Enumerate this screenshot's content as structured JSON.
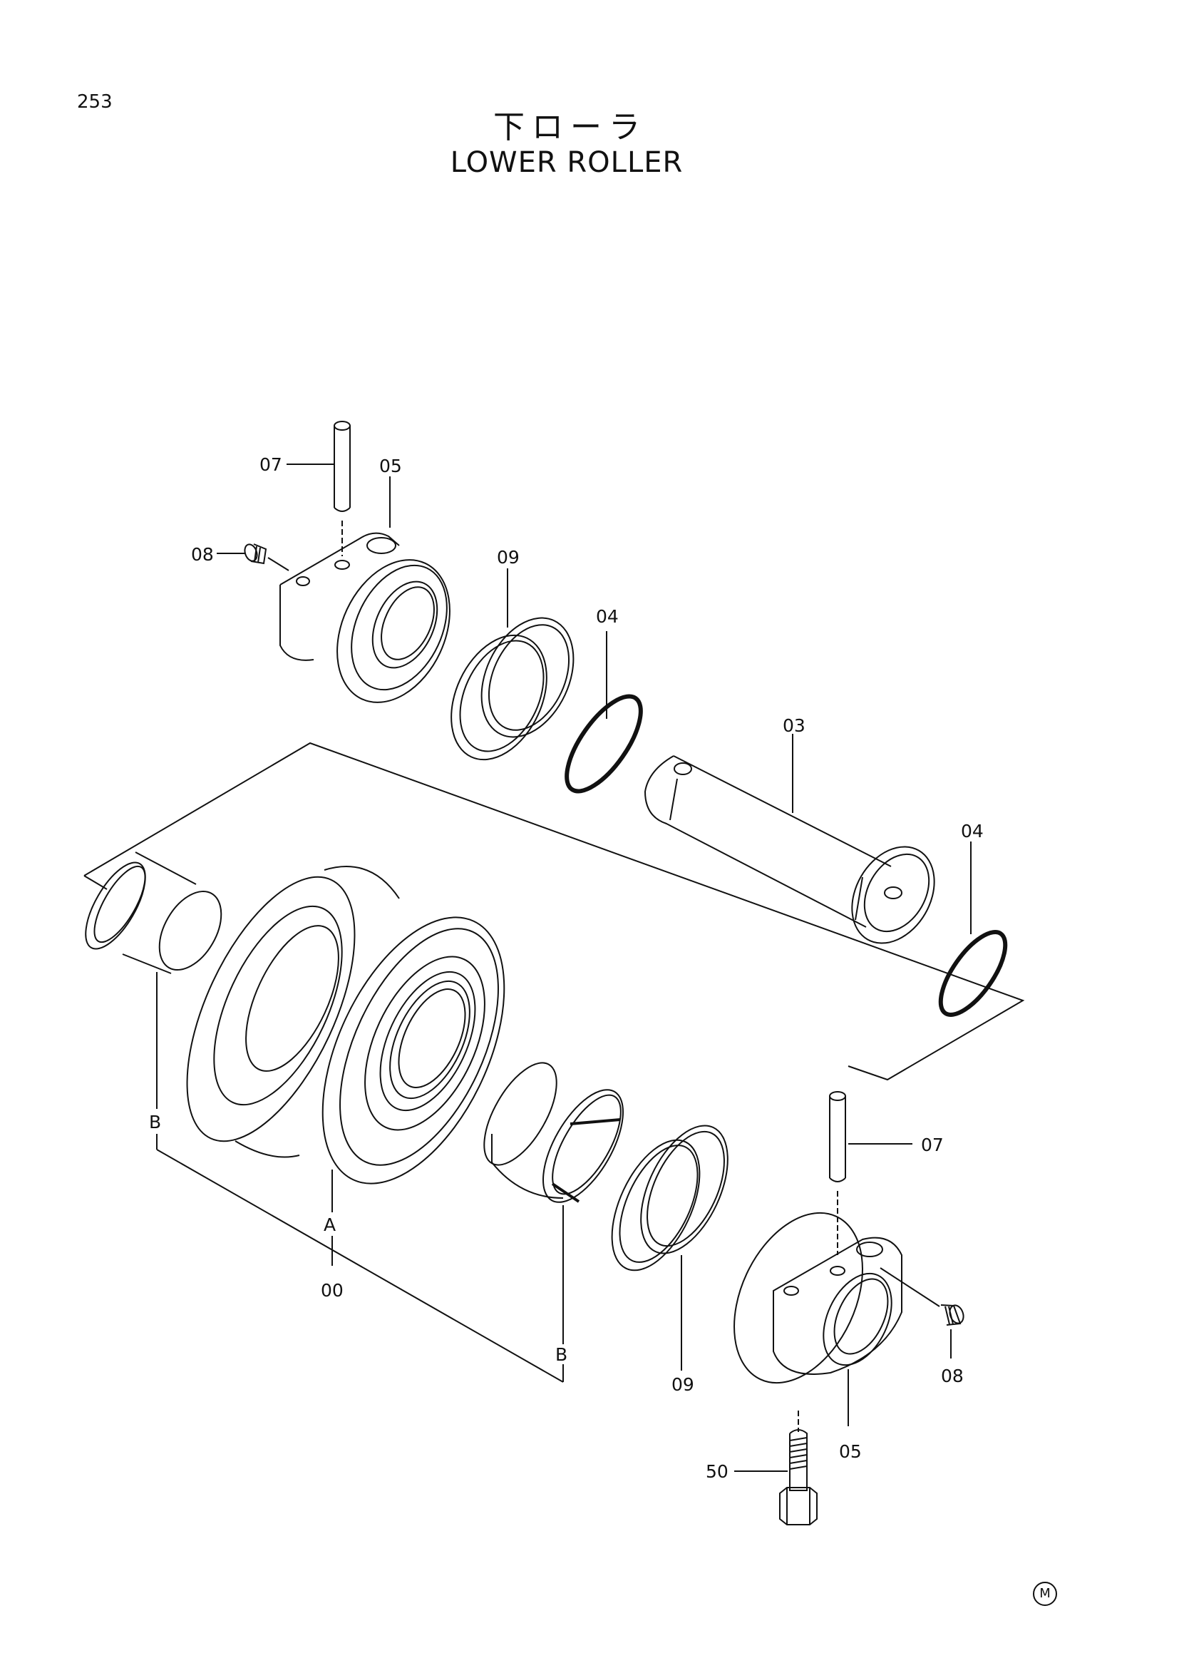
{
  "page": {
    "number": "253",
    "title_jp": "下ローラ",
    "title_en": "LOWER ROLLER",
    "mark": "M"
  },
  "labels": {
    "pin_top": "07",
    "collar_top": "05",
    "plug_top": "08",
    "seal_top": "09",
    "oring_left": "04",
    "shaft": "03",
    "oring_right": "04",
    "bushing_b_left": "B",
    "roller_a": "A",
    "roller_assembly": "00",
    "bushing_b_bottom": "B",
    "seal_bottom": "09",
    "pin_bottom": "07",
    "plug_bottom": "08",
    "collar_bottom": "05",
    "bolt": "50"
  }
}
